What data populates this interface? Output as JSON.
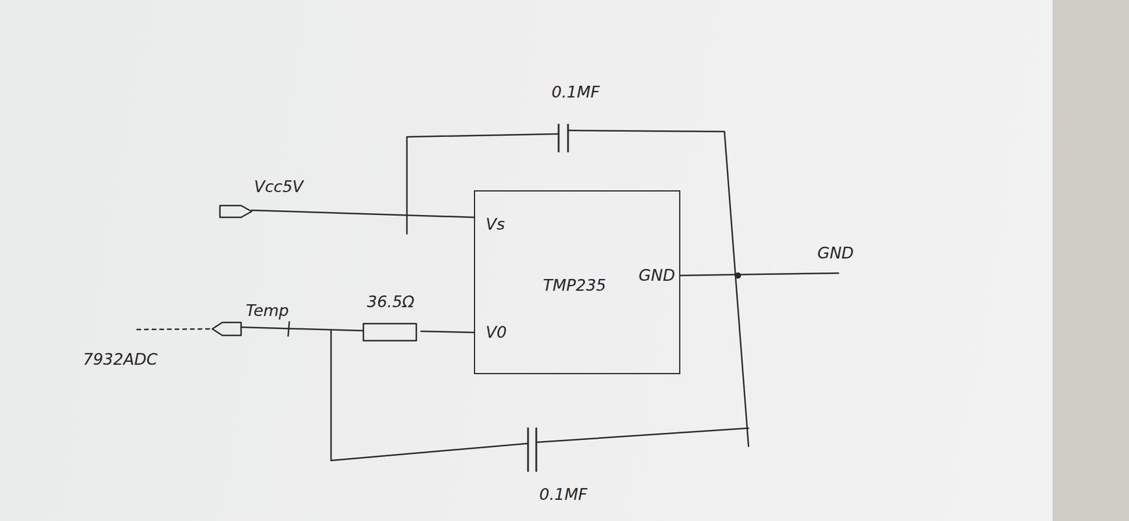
{
  "diagram": {
    "nodes": [
      {
        "text": [
          "TMP235"
        ]
      }
    ],
    "labels": [
      "0.1MF",
      "Vcc5V",
      "Vs",
      "GND",
      "GND",
      "Temp",
      "36.5Ω",
      "V0",
      "7932ADC",
      "0.1MF"
    ]
  }
}
